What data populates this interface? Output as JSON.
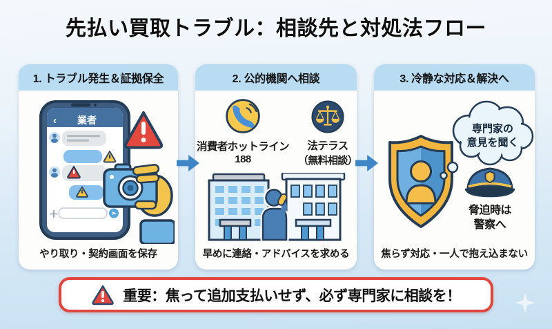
{
  "title": "先払い買取トラブル：相談先と対処法フロー",
  "steps": [
    {
      "header": "1. トラブル発生＆証拠保全",
      "caption": "やり取り・契約画面を保存",
      "phone_chat": {
        "back_icon": "‹",
        "title": "業者",
        "plus_icon": "＋"
      }
    },
    {
      "header": "2. 公的機関へ相談",
      "caption": "早めに連絡・アドバイスを求める",
      "contacts": [
        {
          "icon": "phone-hotline-icon",
          "name": "消費者ホットライン",
          "number": "188"
        },
        {
          "icon": "scales-icon",
          "name": "法テラス",
          "note": "（無料相談）"
        }
      ]
    },
    {
      "header": "3. 冷静な対応＆解決へ",
      "caption": "焦らず対応・一人で抱え込まない",
      "thought_bubble": [
        "専門家の",
        "意見を聞く"
      ],
      "police_note": [
        "脅迫時は",
        "警察へ"
      ]
    }
  ],
  "banner": {
    "text": "重要：焦って追加支払いせず、必ず専門家に相談を！"
  },
  "colors": {
    "background_top": "#f3f8fc",
    "background_bottom": "#c8e1f2",
    "card_header_blue": "#b9dcf3",
    "flow_arrow_blue": "#3e86c6",
    "alert_red": "#e2483d",
    "warning_yellow": "#f6c445",
    "outline_navy": "#243c55",
    "gold": "#f2b63f",
    "banner_border_red": "#e2453e"
  }
}
